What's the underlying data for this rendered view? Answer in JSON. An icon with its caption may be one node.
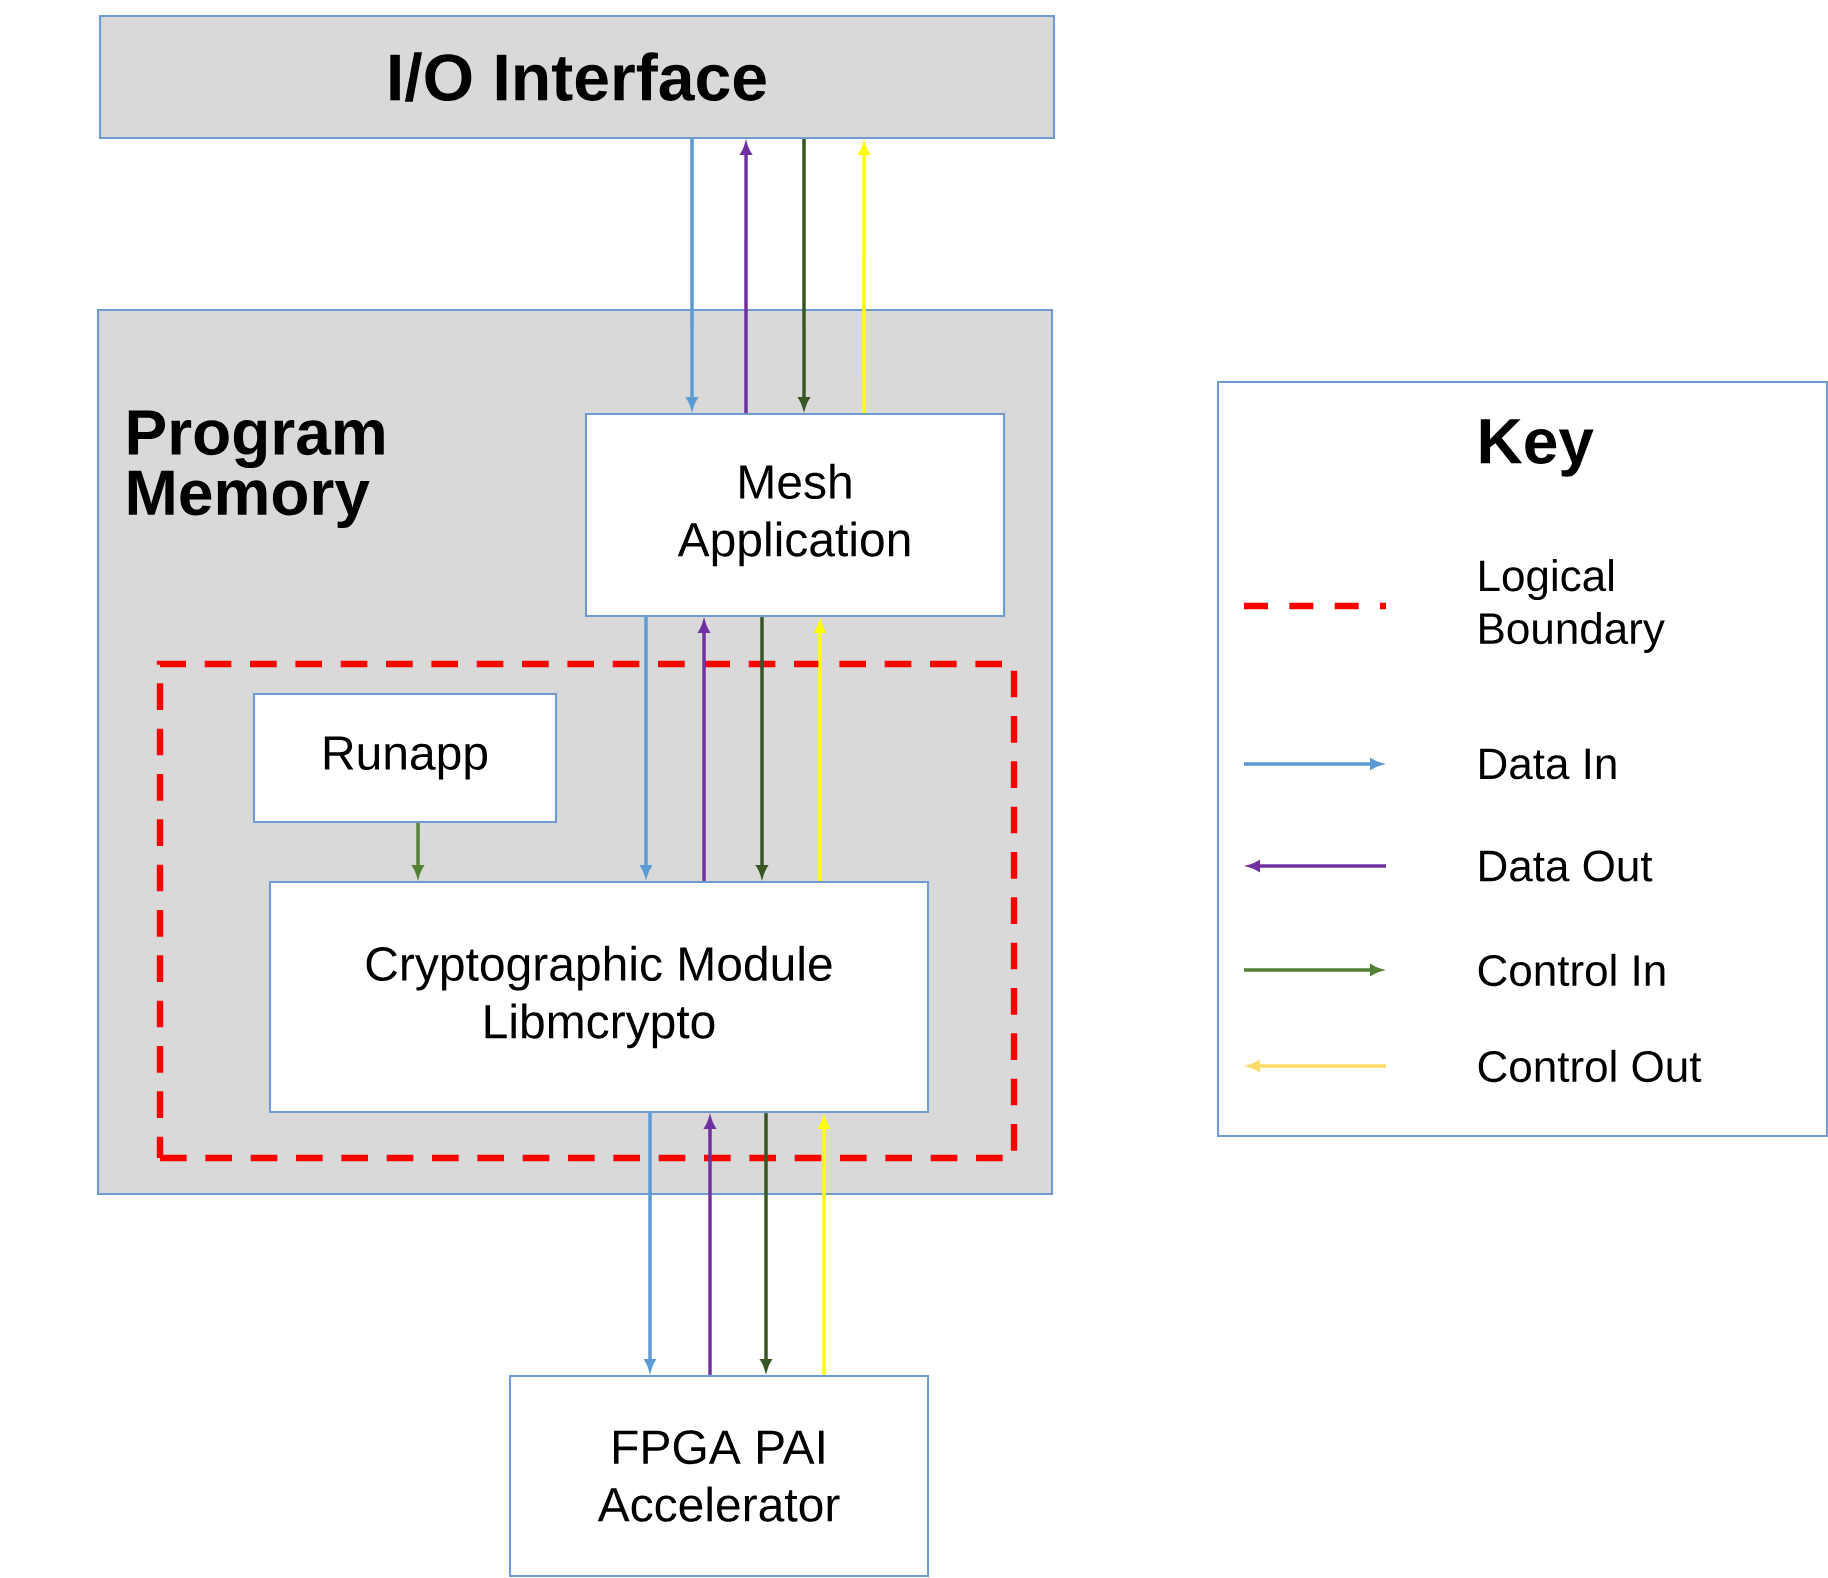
{
  "diagram": {
    "nodes": [
      {
        "text": [
          "I/O Interface"
        ]
      },
      {
        "text": [
          "Program Memory"
        ]
      },
      {
        "text": [
          "Mesh Application"
        ],
        "in": 1
      },
      {
        "text": [],
        "shape": "box",
        "in": 1
      },
      {
        "text": [
          "Runapp"
        ],
        "in": 3
      },
      {
        "text": [
          "Cryptographic Module Libmcrypto"
        ],
        "in": 3
      },
      {
        "text": [
          "FPGA PAI Accelerator"
        ]
      }
    ],
    "edges": [
      {
        "from": 0,
        "to": 2,
        "arrow": "to",
        "color": "#5b9bd5"
      },
      {
        "from": 2,
        "to": 0,
        "arrow": "to",
        "color": "#7030a0"
      },
      {
        "from": 0,
        "to": 2,
        "arrow": "to",
        "color": "#375623"
      },
      {
        "from": 2,
        "to": 0,
        "arrow": "to",
        "color": "#ffff00"
      },
      {
        "from": 2,
        "to": 5,
        "arrow": "to",
        "color": "#5b9bd5"
      },
      {
        "from": 5,
        "to": 2,
        "arrow": "to",
        "color": "#7030a0"
      },
      {
        "from": 2,
        "to": 5,
        "arrow": "to",
        "color": "#375623"
      },
      {
        "from": 5,
        "to": 2,
        "arrow": "to",
        "color": "#ffff00"
      },
      {
        "from": 4,
        "to": 5,
        "arrow": "to",
        "color": "#548235"
      },
      {
        "from": 5,
        "to": 6,
        "arrow": "to",
        "color": "#5b9bd5"
      },
      {
        "from": 6,
        "to": 5,
        "arrow": "to",
        "color": "#7030a0"
      },
      {
        "from": 5,
        "to": 6,
        "arrow": "to",
        "color": "#375623"
      },
      {
        "from": 6,
        "to": 5,
        "arrow": "to",
        "color": "#ffff00"
      }
    ],
    "labels": [
      "Key"
    ],
    "legend": [
      {
        "text": "Logical Boundary"
      },
      {
        "text": "Data In"
      },
      {
        "text": "Data Out"
      },
      {
        "text": "Control In"
      },
      {
        "text": "Control Out"
      }
    ]
  }
}
